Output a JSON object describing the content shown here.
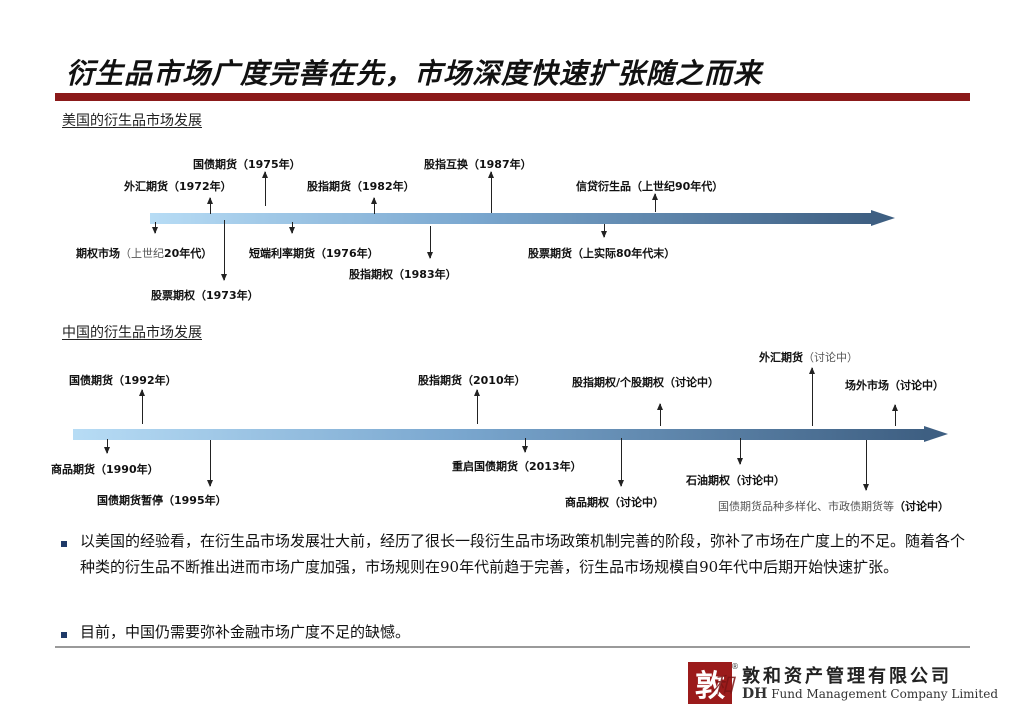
{
  "title": "衍生品市场广度完善在先，市场深度快速扩张随之而来",
  "us": {
    "section_title": "美国的衍生品市场发展",
    "events": [
      {
        "text": "国债期货（1975年）"
      },
      {
        "text": "外汇期货（1972年）"
      },
      {
        "text": "股指期货（1982年）"
      },
      {
        "text": "股指互换（1987年）"
      },
      {
        "text": "信贷衍生品（上世纪90年代）"
      },
      {
        "text": "期权市场",
        "light": "（上世纪",
        "text2": "20年代）"
      },
      {
        "text": "短端利率期货（1976年）"
      },
      {
        "text": "股指期权（1983年）"
      },
      {
        "text": "股票期货（上实际80年代末）"
      },
      {
        "text": "股票期权（1973年）"
      }
    ]
  },
  "cn": {
    "section_title": "中国的衍生品市场发展",
    "events": [
      {
        "text": "国债期货（1992年）"
      },
      {
        "text": "股指期货（2010年）"
      },
      {
        "text": "股指期权/个股期权（讨论中）"
      },
      {
        "text": "外汇期货",
        "light": "（讨论中）"
      },
      {
        "text": "场外市场（讨论中）"
      },
      {
        "text": "商品期货（1990年）"
      },
      {
        "text": "国债期货暂停（1995年）"
      },
      {
        "text": "重启国债期货（2013年）"
      },
      {
        "text": "石油期权（讨论中）"
      },
      {
        "text": "商品期权（讨论中）"
      },
      {
        "light": "国债期货品种多样化、市政债期货等",
        "text": "（讨论中）"
      }
    ]
  },
  "bullets": [
    "以美国的经验看，在衍生品市场发展壮大前，经历了很长一段衍生品市场政策机制完善的阶段，弥补了市场在广度上的不足。随着各个种类的衍生品不断推出进而市场广度加强，市场规则在90年代前趋于完善，衍生品市场规模自90年代中后期开始快速扩张。",
    "目前，中国仍需要弥补金融市场广度不足的缺憾。"
  ],
  "logo": {
    "seal_char": "敦",
    "script_char": "和",
    "registered": "®",
    "name_cn": "敦和资产管理有限公司",
    "name_en_prefix": "DH",
    "name_en": " Fund Management Company Limited"
  },
  "colors": {
    "accent_red": "#8b1a1a",
    "timeline_start": "#b7dcf5",
    "timeline_end": "#3e5f82",
    "bullet": "#1f3a68"
  }
}
